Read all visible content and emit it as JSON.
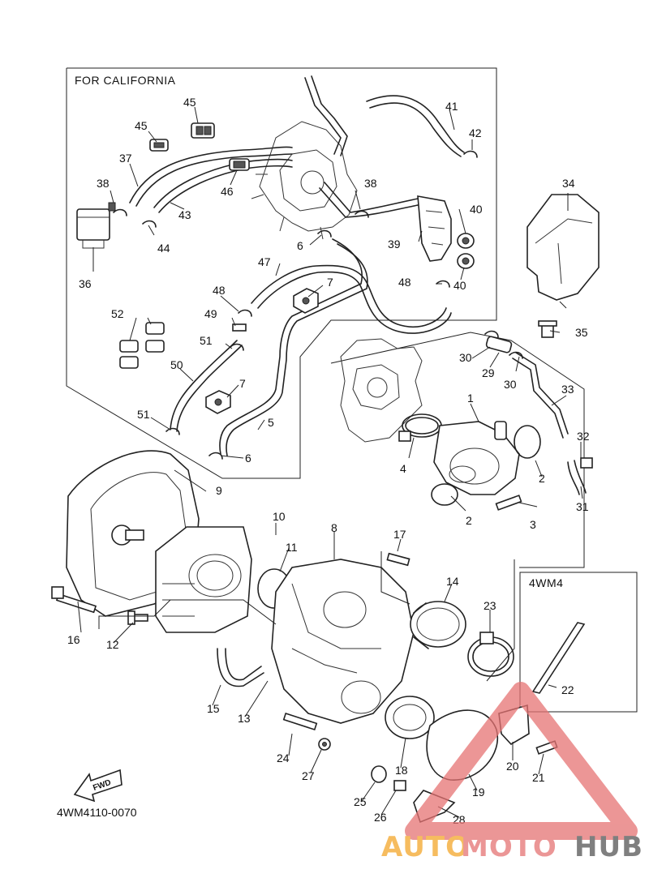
{
  "california_box": {
    "title": "FOR CALIFORNIA"
  },
  "variant_box": {
    "title": "4WM4"
  },
  "diagram_code": "4WM4110-0070",
  "fwd_label": "FWD",
  "watermark": {
    "part1": "AUTO",
    "part2": "MOTO",
    "part3": "HUB",
    "color_orange": "#f4a62a",
    "color_red": "#e57373",
    "color_gray": "#555555"
  },
  "part_numbers": [
    "1",
    "2",
    "2",
    "3",
    "4",
    "5",
    "6",
    "6",
    "7",
    "7",
    "8",
    "9",
    "10",
    "11",
    "12",
    "13",
    "14",
    "15",
    "16",
    "17",
    "18",
    "19",
    "20",
    "21",
    "22",
    "23",
    "24",
    "25",
    "26",
    "27",
    "28",
    "29",
    "30",
    "30",
    "31",
    "32",
    "33",
    "34",
    "35",
    "36",
    "37",
    "38",
    "38",
    "39",
    "40",
    "40",
    "41",
    "42",
    "43",
    "44",
    "45",
    "45",
    "46",
    "47",
    "48",
    "48",
    "49",
    "50",
    "51",
    "51",
    "52"
  ]
}
